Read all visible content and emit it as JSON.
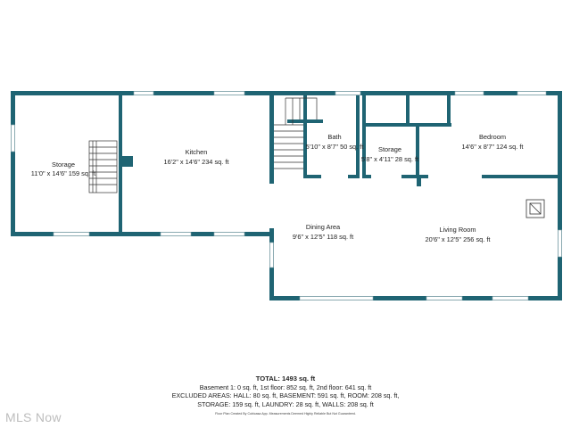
{
  "plan": {
    "wall_color": "#1f6473",
    "rooms": [
      {
        "id": "storage-left",
        "name": "Storage",
        "dims": "11'0\" x 14'6\" 159 sq. ft"
      },
      {
        "id": "kitchen",
        "name": "Kitchen",
        "dims": "16'2\" x 14'6\" 234 sq. ft"
      },
      {
        "id": "bath",
        "name": "Bath",
        "dims": "5'10\" x 8'7\" 50 sq. ft"
      },
      {
        "id": "storage-small",
        "name": "Storage",
        "dims": "5'8\" x 4'11\" 28 sq. ft"
      },
      {
        "id": "bedroom",
        "name": "Bedroom",
        "dims": "14'6\" x 8'7\" 124 sq. ft"
      },
      {
        "id": "dining",
        "name": "Dining Area",
        "dims": "9'6\" x 12'5\" 118 sq. ft"
      },
      {
        "id": "living",
        "name": "Living Room",
        "dims": "20'6\" x 12'5\" 256 sq. ft"
      }
    ]
  },
  "summary": {
    "total": "TOTAL: 1493 sq. ft",
    "line1": "Basement 1: 0 sq. ft, 1st floor: 852 sq. ft, 2nd floor: 641 sq. ft",
    "line2": "EXCLUDED AREAS: HALL: 80 sq. ft, BASEMENT: 591 sq. ft, ROOM: 208 sq. ft,",
    "line3": "STORAGE: 159 sq. ft, LAUNDRY: 28 sq. ft, WALLS: 208 sq. ft",
    "disclaimer": "Floor Plan Created By Cubicasa App. Measurements Deemed Highly Reliable But Not Guaranteed."
  },
  "watermark": "MLS Now"
}
